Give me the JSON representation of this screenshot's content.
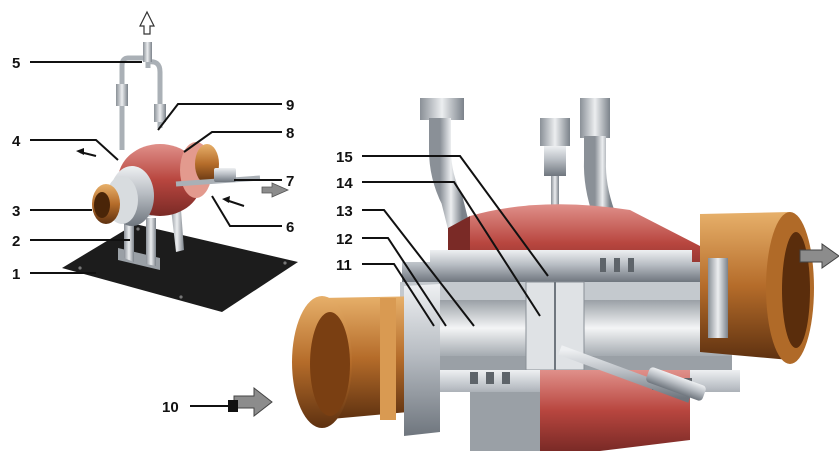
{
  "figure": {
    "callouts": [
      {
        "id": "1",
        "label": "1"
      },
      {
        "id": "2",
        "label": "2"
      },
      {
        "id": "3",
        "label": "3"
      },
      {
        "id": "4",
        "label": "4"
      },
      {
        "id": "5",
        "label": "5"
      },
      {
        "id": "6",
        "label": "6"
      },
      {
        "id": "7",
        "label": "7"
      },
      {
        "id": "8",
        "label": "8"
      },
      {
        "id": "9",
        "label": "9"
      },
      {
        "id": "10",
        "label": "10"
      },
      {
        "id": "11",
        "label": "11"
      },
      {
        "id": "12",
        "label": "12"
      },
      {
        "id": "13",
        "label": "13"
      },
      {
        "id": "14",
        "label": "14"
      },
      {
        "id": "15",
        "label": "15"
      }
    ],
    "colors": {
      "base_plate": "#1c1c1c",
      "housing_red": "#b8463f",
      "housing_red_dark": "#7a2a26",
      "copper": "#b06a28",
      "copper_dark": "#6e3a12",
      "steel": "#c9cdd2",
      "steel_dark": "#7d848c",
      "arrow_gray": "#8c8c8c",
      "leader": "#111111"
    }
  }
}
